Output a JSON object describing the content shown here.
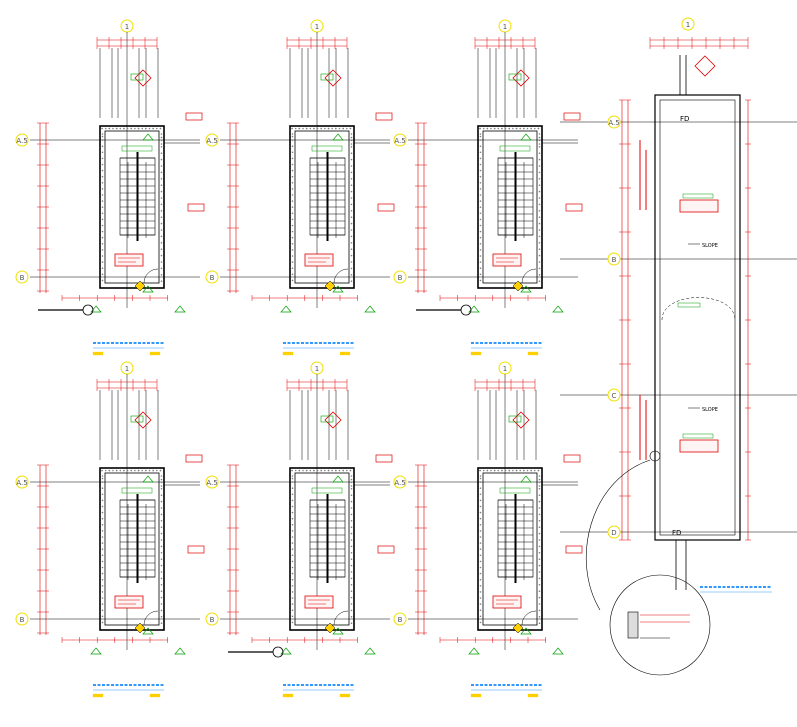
{
  "colors": {
    "background": "#ffffff",
    "wall_black": "#000000",
    "dimension_red": "#e00000",
    "grid_line": "#000000",
    "label_green": "#00a000",
    "tag_yellow": "#ffd000",
    "axis_bubble_yellow": "#f0e000",
    "title_blue": "#3399ff",
    "hatch_gray": "#808080"
  },
  "grid_axes": {
    "vertical_axis_label": "1",
    "horizontal_top": "A.5",
    "horizontal_bottom": "B",
    "horizontal_middle": "C",
    "horizontal_last": "D"
  },
  "section_view": {
    "top_label": "FD",
    "bottom_label": "FD",
    "slope_label_1": "SLOPE",
    "slope_label_2": "SLOPE"
  }
}
